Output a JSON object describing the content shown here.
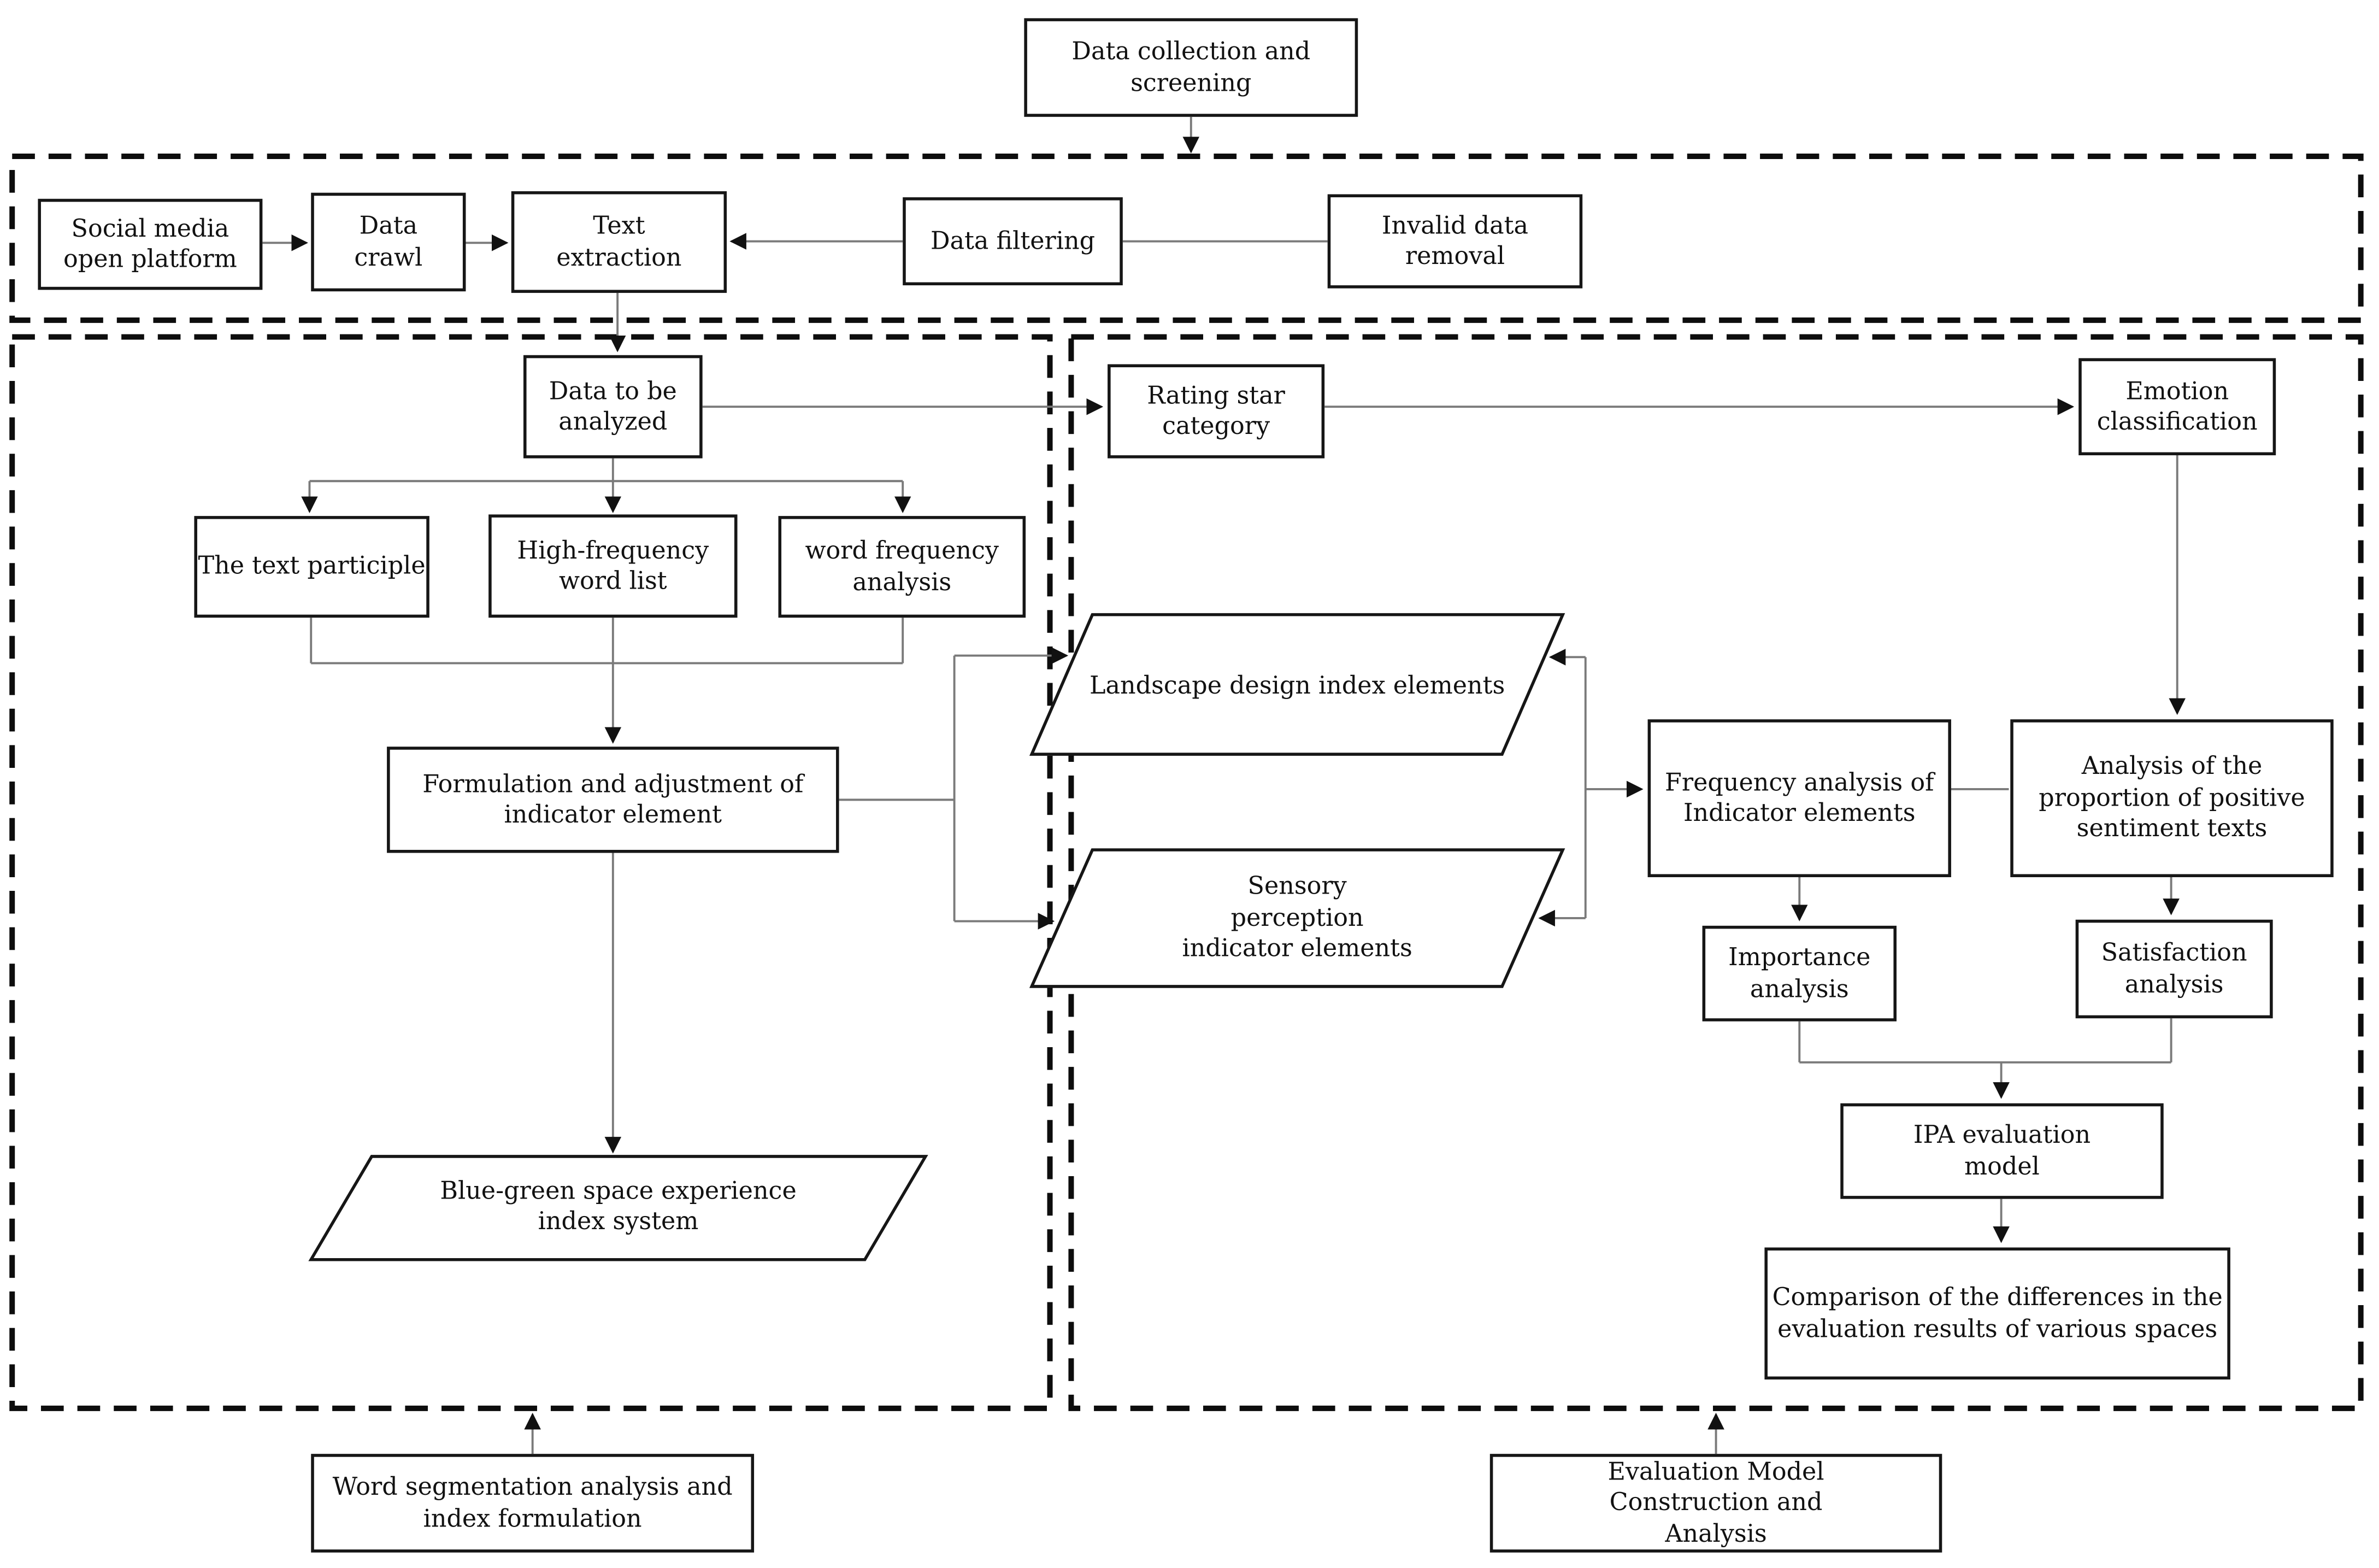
{
  "figure": {
    "type": "flowchart",
    "colors": {
      "background": "#ffffff",
      "box_border": "#161616",
      "dashed_region_border": "#0d0d0d",
      "connector_line": "#7a7a7a",
      "arrowhead": "#111111",
      "text": "#111111"
    },
    "nodes": {
      "data_collection": {
        "label": "Data collection and screening"
      },
      "social_media": {
        "label": "Social media open platform"
      },
      "data_crawl": {
        "label": "Data crawl"
      },
      "text_extraction": {
        "label": "Text extraction"
      },
      "data_filtering": {
        "label": "Data filtering"
      },
      "invalid_data": {
        "label": "Invalid data removal"
      },
      "data_to_be_analyzed": {
        "label": "Data to be analyzed"
      },
      "text_participle": {
        "label": "The text participle"
      },
      "high_frequency": {
        "label": "High-frequency word list"
      },
      "word_frequency": {
        "label": "word frequency analysis"
      },
      "formulation": {
        "label": "Formulation and adjustment of indicator element"
      },
      "blue_green": {
        "label": "Blue-green space experience index system"
      },
      "rating_star": {
        "label": "Rating star category"
      },
      "emotion": {
        "label": "Emotion classification"
      },
      "landscape": {
        "label": "Landscape design index elements"
      },
      "sensory": {
        "label": "Sensory perception indicator elements"
      },
      "frequency_analysis": {
        "label": "Frequency analysis of Indicator elements"
      },
      "analysis_proportion": {
        "label": "Analysis of the proportion of positive sentiment texts"
      },
      "importance": {
        "label": "Importance analysis"
      },
      "satisfaction": {
        "label": "Satisfaction analysis"
      },
      "ipa": {
        "label": "IPA evaluation model"
      },
      "comparison": {
        "label": "Comparison of the differences in the evaluation results of various spaces"
      },
      "word_segmentation": {
        "label": "Word segmentation analysis and index formulation"
      },
      "evaluation_model": {
        "label": "Evaluation Model Construction and Analysis"
      }
    }
  }
}
